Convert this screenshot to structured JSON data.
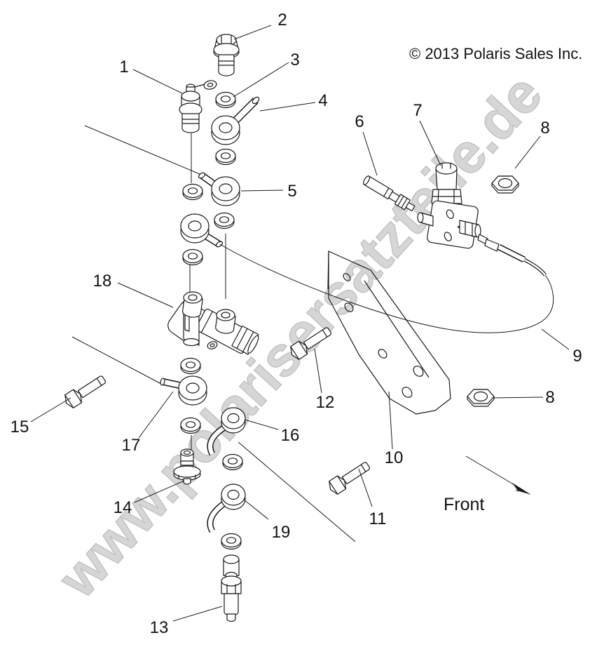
{
  "overlay": {
    "copyright": "© 2013 Polaris Sales Inc.",
    "watermark": "www.polarisersatzteile.de",
    "front_label": "Front"
  },
  "colors": {
    "background": "#ffffff",
    "line": "#1a1a1a",
    "watermark_fill": "#d6d6d6",
    "watermark_stroke": "#c3c3c3"
  },
  "diagram": {
    "type": "exploded-parts-diagram",
    "subject": "brake master cylinder and junction valve assembly",
    "callouts": [
      {
        "label": "1",
        "part": "pressure-switch"
      },
      {
        "label": "2",
        "part": "banjo-bolt-cap"
      },
      {
        "label": "3",
        "part": "washer"
      },
      {
        "label": "4",
        "part": "brake-line-banjo"
      },
      {
        "label": "5",
        "part": "banjo-fitting"
      },
      {
        "label": "6",
        "part": "inline-fitting"
      },
      {
        "label": "7",
        "part": "junction-valve"
      },
      {
        "label": "8",
        "part": "hex-nut-upper"
      },
      {
        "label": "8",
        "part": "hex-nut-lower"
      },
      {
        "label": "9",
        "part": "brake-line-hose"
      },
      {
        "label": "10",
        "part": "mounting-bracket"
      },
      {
        "label": "11",
        "part": "hex-bolt"
      },
      {
        "label": "12",
        "part": "hex-bolt"
      },
      {
        "label": "13",
        "part": "inline-fitting-lower"
      },
      {
        "label": "14",
        "part": "bleeder-screw"
      },
      {
        "label": "15",
        "part": "hex-bolt"
      },
      {
        "label": "16",
        "part": "brake-line-banjo"
      },
      {
        "label": "17",
        "part": "banjo-fitting"
      },
      {
        "label": "18",
        "part": "master-cylinder"
      },
      {
        "label": "19",
        "part": "brake-line-banjo"
      }
    ]
  }
}
